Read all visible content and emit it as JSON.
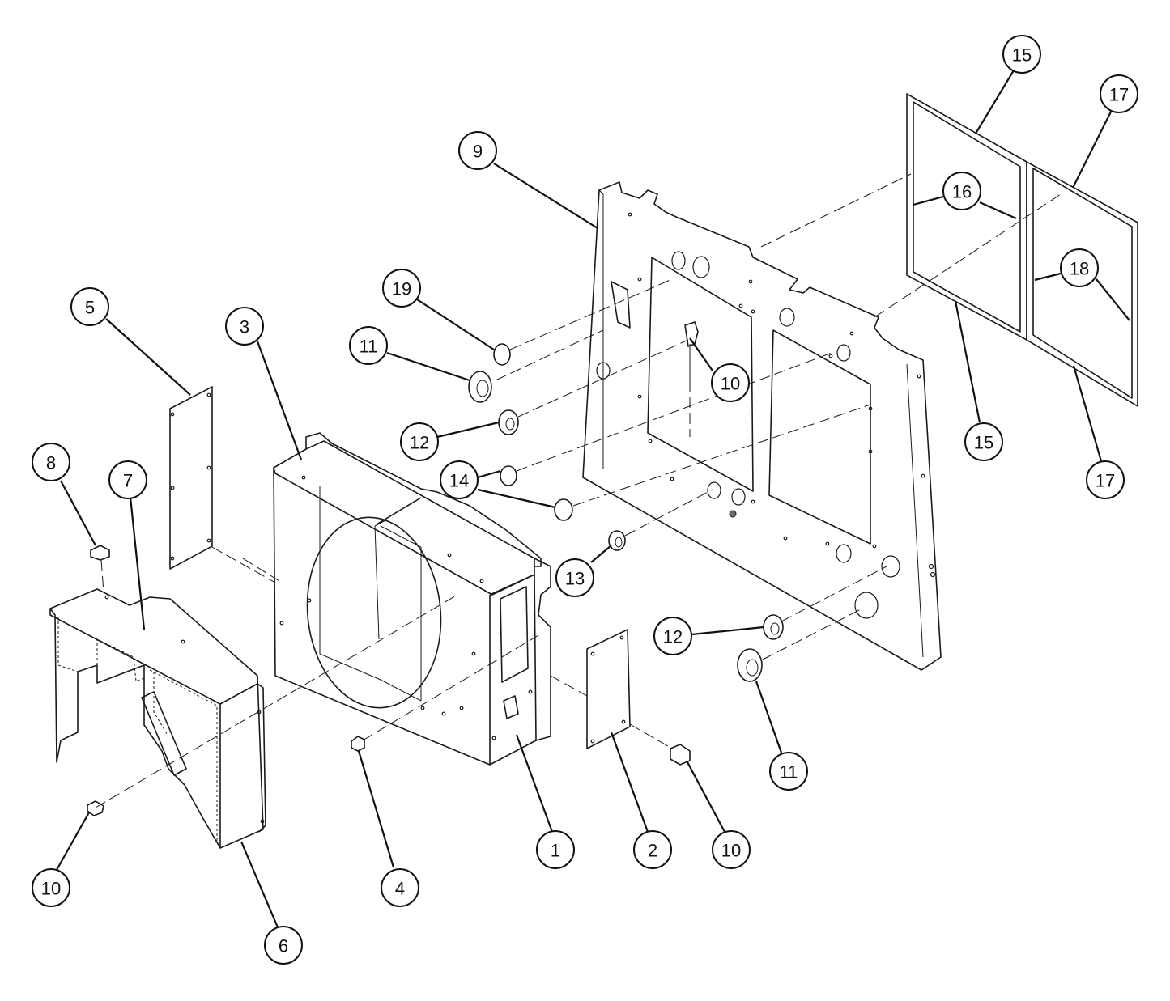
{
  "callouts": [
    {
      "id": "c15a",
      "label": "15"
    },
    {
      "id": "c17a",
      "label": "17"
    },
    {
      "id": "c9",
      "label": "9"
    },
    {
      "id": "c16",
      "label": "16"
    },
    {
      "id": "c18",
      "label": "18"
    },
    {
      "id": "c19",
      "label": "19"
    },
    {
      "id": "c5",
      "label": "5"
    },
    {
      "id": "c3",
      "label": "3"
    },
    {
      "id": "c11a",
      "label": "11"
    },
    {
      "id": "c10a",
      "label": "10"
    },
    {
      "id": "c12a",
      "label": "12"
    },
    {
      "id": "c15b",
      "label": "15"
    },
    {
      "id": "c17b",
      "label": "17"
    },
    {
      "id": "c8",
      "label": "8"
    },
    {
      "id": "c7",
      "label": "7"
    },
    {
      "id": "c14",
      "label": "14"
    },
    {
      "id": "c13",
      "label": "13"
    },
    {
      "id": "c12b",
      "label": "12"
    },
    {
      "id": "c11b",
      "label": "11"
    },
    {
      "id": "c1",
      "label": "1"
    },
    {
      "id": "c2",
      "label": "2"
    },
    {
      "id": "c10b",
      "label": "10"
    },
    {
      "id": "c10c",
      "label": "10"
    },
    {
      "id": "c4",
      "label": "4"
    },
    {
      "id": "c6",
      "label": "6"
    }
  ]
}
